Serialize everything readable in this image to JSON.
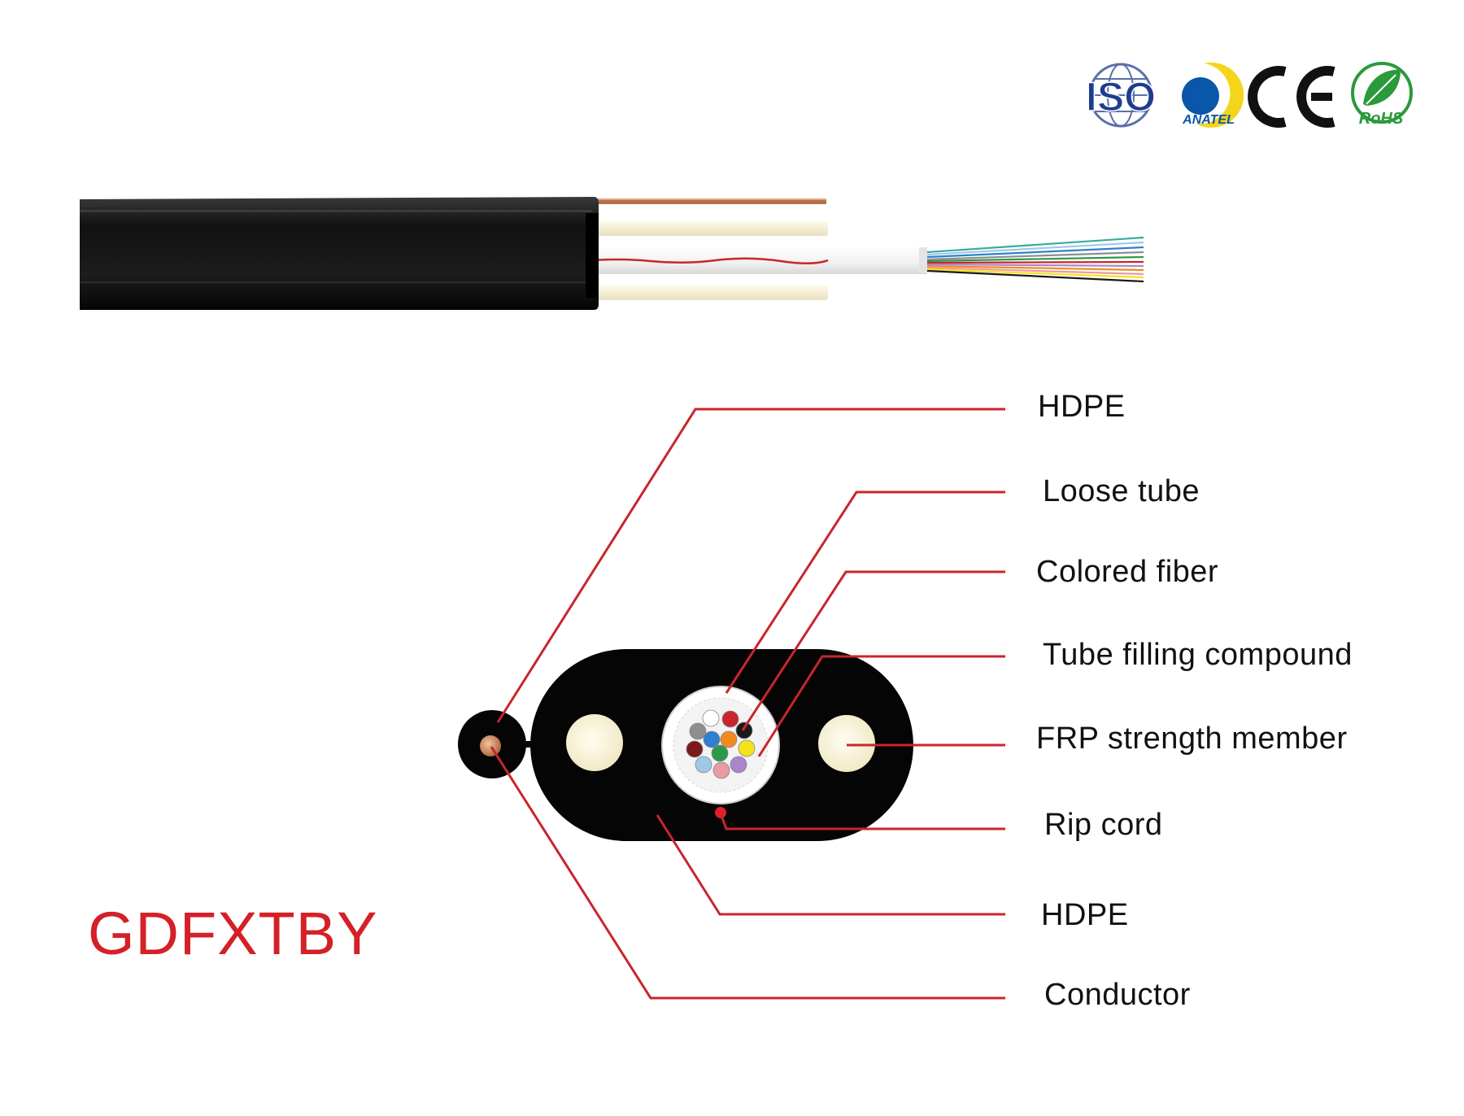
{
  "model": "GDFXTBY",
  "certifications": [
    {
      "name": "ISO",
      "icon": "iso-globe-icon",
      "color": "#1f3c8f"
    },
    {
      "name": "ANATEL",
      "icon": "anatel-logo-icon",
      "color": "#0a56a8"
    },
    {
      "name": "CE",
      "icon": "ce-mark-icon",
      "color": "#111111"
    },
    {
      "name": "RoHS",
      "icon": "rohs-leaf-icon",
      "color": "#2a9a3a"
    }
  ],
  "labels": [
    {
      "id": "hdpe-top",
      "text": "HDPE"
    },
    {
      "id": "loose-tube",
      "text": "Loose tube"
    },
    {
      "id": "colored-fiber",
      "text": "Colored fiber"
    },
    {
      "id": "tube-filling-compound",
      "text": "Tube filling compound"
    },
    {
      "id": "frp-strength-member",
      "text": "FRP strength member"
    },
    {
      "id": "rip-cord",
      "text": "Rip cord"
    },
    {
      "id": "hdpe-bottom",
      "text": "HDPE"
    },
    {
      "id": "conductor",
      "text": "Conductor"
    }
  ],
  "colors": {
    "leader": "#c8262c",
    "jacket": "#0b0b0b",
    "model_text": "#d42027",
    "frp": "#f6f1cf"
  },
  "fiber_colors": [
    "#ffffff",
    "#c8262c",
    "#1a1a1a",
    "#8e8e8e",
    "#2f7fd0",
    "#f28a1e",
    "#f5e21a",
    "#7a1a1a",
    "#2a9a4a",
    "#9dc9e6",
    "#e89aa6",
    "#a985c9"
  ]
}
